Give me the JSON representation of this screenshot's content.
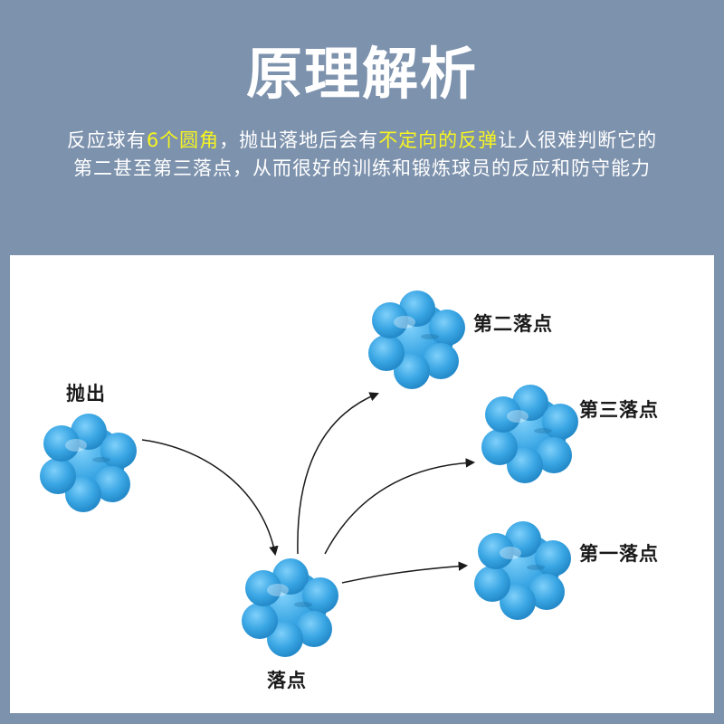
{
  "header": {
    "title": "原理解析",
    "description": {
      "part1": "反应球有",
      "highlight1": "6个圆角",
      "part2": "，抛出落地后会有",
      "highlight2": "不定向的反弹",
      "part3": "让人很难判断它的第二甚至第三落点，从而很好的训练和锻炼球员的反应和防守能力"
    }
  },
  "diagram": {
    "labels": {
      "throw": "抛出",
      "landing": "落点",
      "second_landing": "第二落点",
      "third_landing": "第三落点",
      "first_landing": "第一落点"
    }
  },
  "colors": {
    "background": "#7d92ad",
    "highlight": "#f7f520",
    "ball": "#3aa6e4",
    "panel": "#ffffff"
  },
  "icons": [
    "reaction-ball-icon",
    "arrow-icon"
  ]
}
